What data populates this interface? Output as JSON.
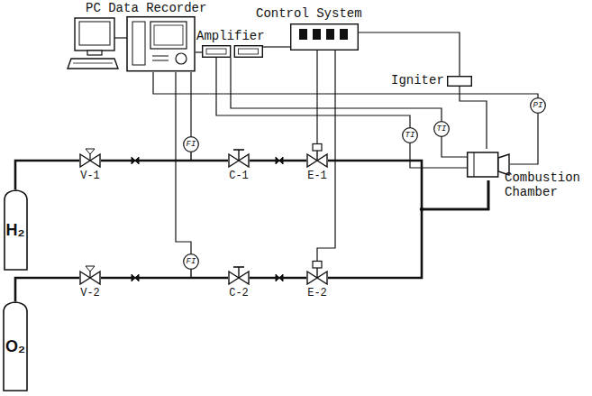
{
  "diagram": {
    "nodes": [
      {
        "text": [
          "PC Data Recorder"
        ]
      },
      {
        "text": [
          "Amplifier"
        ]
      },
      {
        "text": [
          "Control System"
        ]
      },
      {
        "text": [
          "Igniter"
        ]
      },
      {
        "text": [
          "PI"
        ]
      },
      {
        "text": [
          "TI"
        ]
      },
      {
        "text": [
          "TI"
        ]
      },
      {
        "text": [
          "Combustion Chamber"
        ]
      },
      {
        "text": [
          "H₂"
        ]
      },
      {
        "text": [
          "V-1"
        ]
      },
      {
        "text": [
          "FI"
        ]
      },
      {
        "text": [
          "C-1"
        ]
      },
      {
        "text": [
          "E-1"
        ]
      },
      {
        "text": [
          "O₂"
        ]
      },
      {
        "text": [
          "V-2"
        ]
      },
      {
        "text": [
          "FI"
        ]
      },
      {
        "text": [
          "C-2"
        ]
      },
      {
        "text": [
          "E-2"
        ]
      }
    ],
    "edges": [
      {
        "from": 0,
        "to": 1,
        "arrow": "none"
      },
      {
        "from": 1,
        "to": 2,
        "arrow": "none"
      },
      {
        "from": 2,
        "to": 3,
        "arrow": "none"
      },
      {
        "from": 3,
        "to": 7,
        "arrow": "none"
      },
      {
        "from": 2,
        "to": 12,
        "arrow": "none"
      },
      {
        "from": 2,
        "to": 17,
        "arrow": "none"
      },
      {
        "from": 1,
        "to": 5,
        "arrow": "none"
      },
      {
        "from": 1,
        "to": 6,
        "arrow": "none"
      },
      {
        "from": 0,
        "to": 4,
        "arrow": "none"
      },
      {
        "from": 5,
        "to": 7,
        "arrow": "none"
      },
      {
        "from": 6,
        "to": 7,
        "arrow": "none"
      },
      {
        "from": 4,
        "to": 7,
        "arrow": "none"
      },
      {
        "from": 0,
        "to": 10,
        "arrow": "none"
      },
      {
        "from": 0,
        "to": 15,
        "arrow": "none"
      },
      {
        "from": 8,
        "to": 9,
        "arrow": "none"
      },
      {
        "from": 9,
        "to": 11,
        "arrow": "none"
      },
      {
        "from": 11,
        "to": 12,
        "arrow": "none"
      },
      {
        "from": 12,
        "to": 7,
        "arrow": "none"
      },
      {
        "from": 13,
        "to": 14,
        "arrow": "none"
      },
      {
        "from": 14,
        "to": 16,
        "arrow": "none"
      },
      {
        "from": 16,
        "to": 17,
        "arrow": "none"
      },
      {
        "from": 17,
        "to": 7,
        "arrow": "none"
      }
    ]
  }
}
